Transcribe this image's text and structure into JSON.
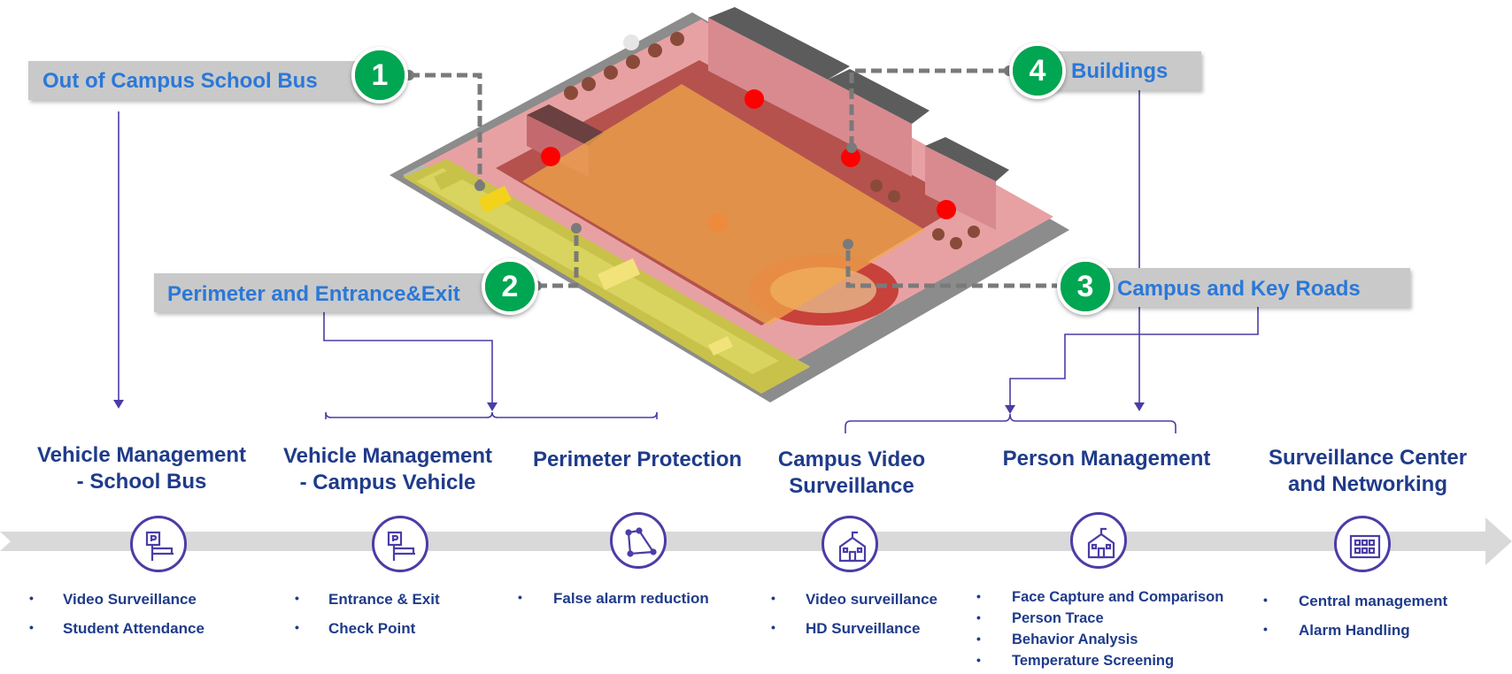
{
  "callouts": [
    {
      "number": "1",
      "label": "Out of Campus School Bus"
    },
    {
      "number": "2",
      "label": "Perimeter and Entrance&Exit"
    },
    {
      "number": "3",
      "label": "Campus and Key Roads"
    },
    {
      "number": "4",
      "label": "Buildings"
    }
  ],
  "categories": [
    {
      "title_line1": "Vehicle Management",
      "title_line2": "- School Bus",
      "icon": "parking-icon",
      "items": [
        "Video Surveillance",
        "Student Attendance"
      ]
    },
    {
      "title_line1": "Vehicle Management",
      "title_line2": "- Campus Vehicle",
      "icon": "parking-icon",
      "items": [
        "Entrance & Exit",
        "Check Point"
      ]
    },
    {
      "title_line1": "Perimeter Protection",
      "title_line2": "",
      "icon": "perimeter-icon",
      "items": [
        "False alarm reduction"
      ]
    },
    {
      "title_line1": "Campus Video",
      "title_line2": "Surveillance",
      "icon": "school-building-icon",
      "items": [
        "Video surveillance",
        "HD Surveillance"
      ]
    },
    {
      "title_line1": "Person Management",
      "title_line2": "",
      "icon": "school-building-icon",
      "items": [
        "Face Capture and Comparison",
        "Person Trace",
        "Behavior Analysis",
        "Temperature Screening"
      ]
    },
    {
      "title_line1": "Surveillance Center",
      "title_line2": "and Networking",
      "icon": "monitor-grid-icon",
      "items": [
        "Central management",
        "Alarm Handling"
      ]
    }
  ],
  "colors": {
    "callout_text": "#2b78d8",
    "badge_green": "#00a651",
    "category_text": "#1f3b8a",
    "connector": "#4a3da6",
    "timeline_arrow": "#d9d9d9",
    "overlay_orange": "#f3a94a",
    "alarm_red": "#ff0000"
  }
}
